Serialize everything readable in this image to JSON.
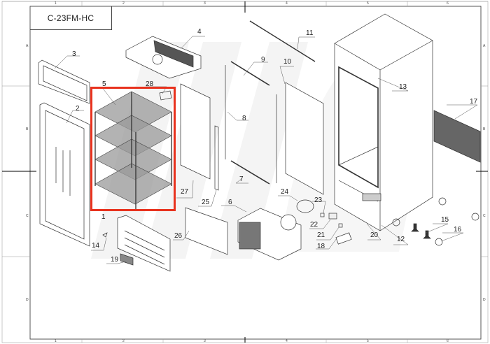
{
  "drawing": {
    "title": "C-23FM-HC",
    "highlight_color": "#e8321e",
    "highlighted_part": "5",
    "column_labels": [
      "1",
      "2",
      "3",
      "4",
      "5",
      "6"
    ],
    "row_labels": [
      "A",
      "B",
      "C",
      "D"
    ]
  },
  "callouts": [
    {
      "id": "1",
      "label": "1"
    },
    {
      "id": "2",
      "label": "2"
    },
    {
      "id": "3",
      "label": "3"
    },
    {
      "id": "4",
      "label": "4"
    },
    {
      "id": "5",
      "label": "5"
    },
    {
      "id": "6",
      "label": "6"
    },
    {
      "id": "7",
      "label": "7"
    },
    {
      "id": "8",
      "label": "8"
    },
    {
      "id": "9",
      "label": "9"
    },
    {
      "id": "10",
      "label": "10"
    },
    {
      "id": "11",
      "label": "11"
    },
    {
      "id": "12",
      "label": "12"
    },
    {
      "id": "13",
      "label": "13"
    },
    {
      "id": "14",
      "label": "14"
    },
    {
      "id": "15",
      "label": "15"
    },
    {
      "id": "16",
      "label": "16"
    },
    {
      "id": "17",
      "label": "17"
    },
    {
      "id": "18",
      "label": "18"
    },
    {
      "id": "19",
      "label": "19"
    },
    {
      "id": "20",
      "label": "20"
    },
    {
      "id": "21",
      "label": "21"
    },
    {
      "id": "22",
      "label": "22"
    },
    {
      "id": "23",
      "label": "23"
    },
    {
      "id": "24",
      "label": "24"
    },
    {
      "id": "25",
      "label": "25"
    },
    {
      "id": "26",
      "label": "26"
    },
    {
      "id": "27",
      "label": "27"
    },
    {
      "id": "28",
      "label": "28"
    }
  ]
}
